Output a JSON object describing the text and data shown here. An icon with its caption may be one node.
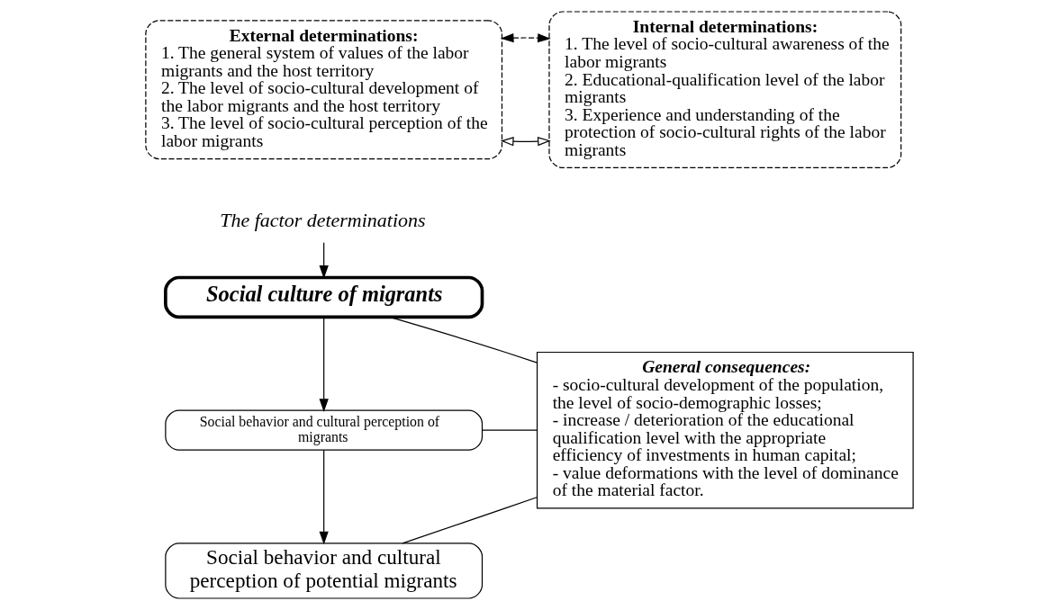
{
  "diagram": {
    "nodes": [
      {
        "text": [
          "External determinations:",
          "1. The general system of values of the labor migrants and the host territory",
          "2. The level of socio-cultural development of the labor migrants and the host territory",
          "3. The level of socio-cultural perception of the labor migrants"
        ]
      },
      {
        "text": [
          "Internal determinations:",
          "1. The level of socio-cultural awareness of the labor migrants",
          "2. Educational-qualification level of the labor migrants",
          "3. Experience and understanding of the protection of socio-cultural rights of the labor migrants"
        ]
      },
      {
        "text": [
          "The factor determinations"
        ]
      },
      {
        "text": [
          "Social culture of migrants"
        ]
      },
      {
        "text": [
          "Social behavior and cultural perception of migrants"
        ]
      },
      {
        "text": [
          "Social behavior and cultural perception of potential migrants"
        ]
      },
      {
        "text": [
          "General consequences:",
          "- socio-cultural development of the population, the level of socio-demographic losses;",
          "- increase / deterioration of the educational qualification level with the appropriate efficiency of investments in human capital;",
          "- value deformations with the level of dominance of the material factor."
        ]
      }
    ],
    "edges": [
      {
        "from": 0,
        "to": 1,
        "arrow": "both"
      },
      {
        "from": 0,
        "to": 1,
        "arrow": "both",
        "style": "dashed"
      },
      {
        "from": 2,
        "to": 3,
        "arrow": "to"
      },
      {
        "from": 3,
        "to": 4,
        "arrow": "to"
      },
      {
        "from": 4,
        "to": 5,
        "arrow": "to"
      },
      {
        "from": 3,
        "to": 6,
        "arrow": "none"
      },
      {
        "from": 4,
        "to": 6,
        "arrow": "none"
      },
      {
        "from": 5,
        "to": 6,
        "arrow": "none"
      }
    ]
  }
}
